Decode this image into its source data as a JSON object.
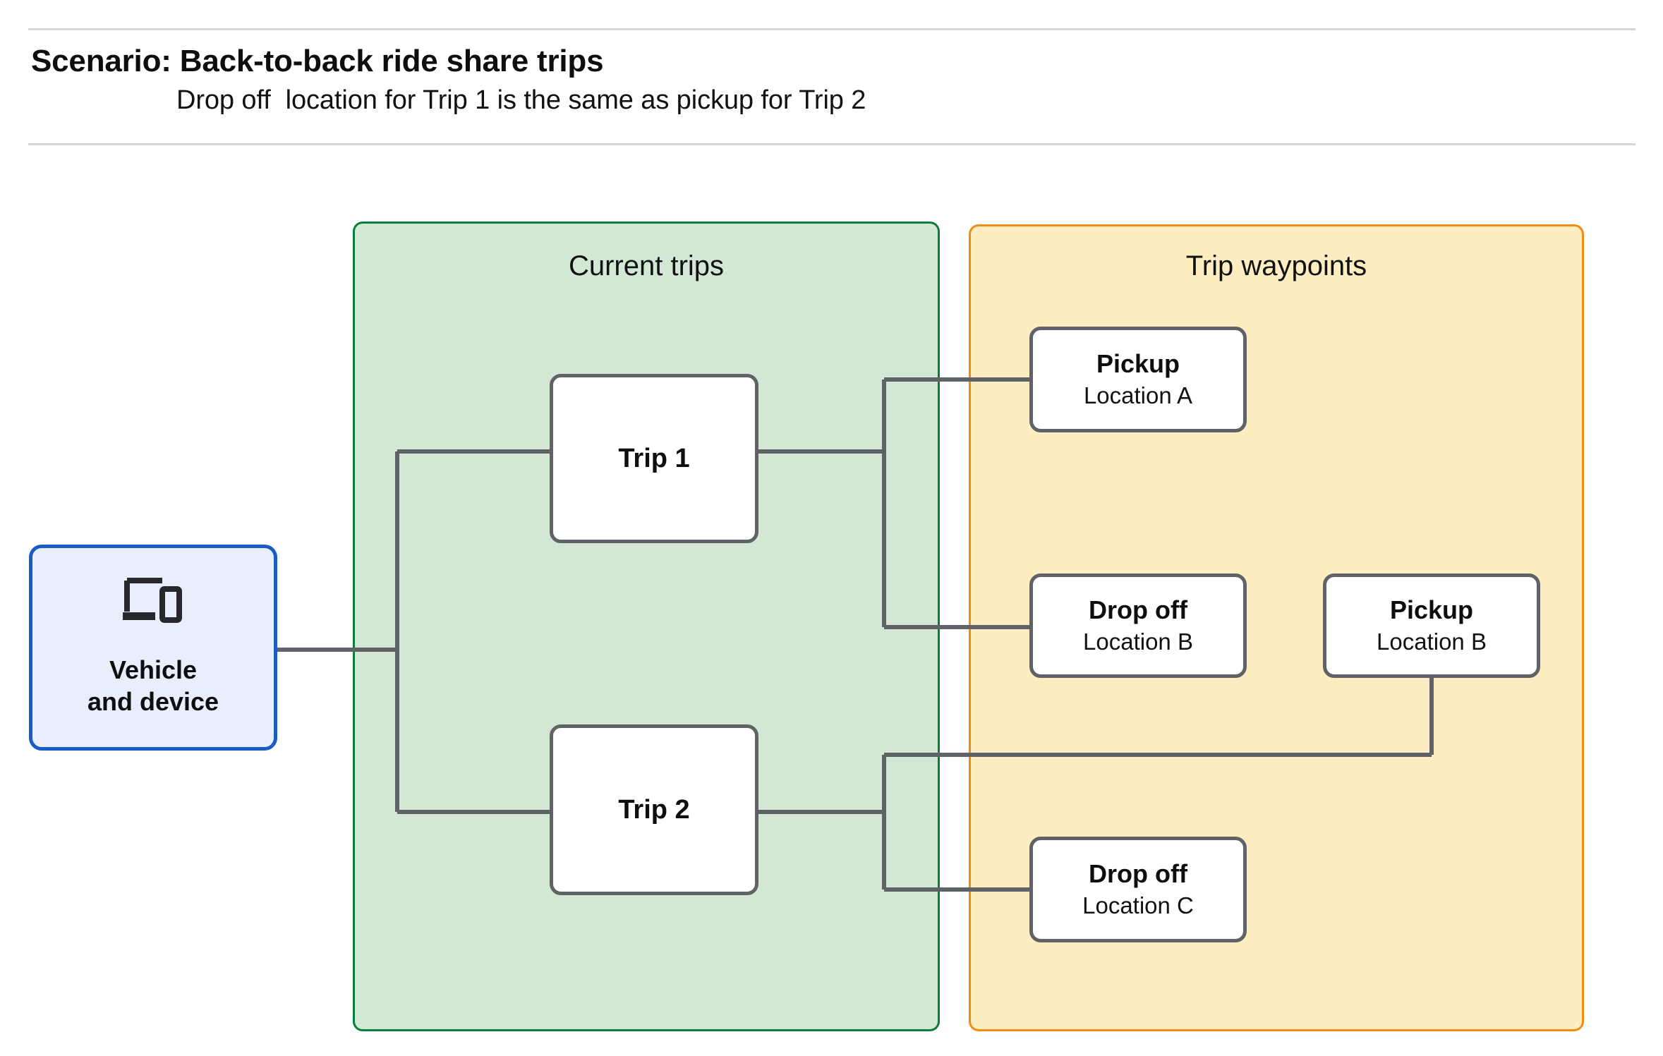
{
  "header": {
    "title": "Scenario: Back-to-back ride share trips",
    "subtitle": "Drop off  location for Trip 1 is the same as pickup for Trip 2"
  },
  "diagram": {
    "vehicle": {
      "icon": "devices-icon",
      "label": "Vehicle\nand device"
    },
    "groups": [
      {
        "id": "current-trips",
        "title": "Current trips",
        "fill": "#d2e8d5",
        "border": "#0c7c3e"
      },
      {
        "id": "trip-waypoints",
        "title": "Trip waypoints",
        "fill": "#fdedc1",
        "border": "#f28c13"
      }
    ],
    "trips": [
      {
        "id": "trip-1",
        "label": "Trip 1"
      },
      {
        "id": "trip-2",
        "label": "Trip 2"
      }
    ],
    "waypoints": [
      {
        "id": "pickup-a",
        "type": "Pickup",
        "location": "Location A"
      },
      {
        "id": "dropoff-b",
        "type": "Drop off",
        "location": "Location B"
      },
      {
        "id": "pickup-b",
        "type": "Pickup",
        "location": "Location B"
      },
      {
        "id": "dropoff-c",
        "type": "Drop off",
        "location": "Location C"
      }
    ],
    "connector_color": "#5f6368",
    "node_border_color": "#5f6368",
    "rule_color": "#d4d6d8"
  }
}
